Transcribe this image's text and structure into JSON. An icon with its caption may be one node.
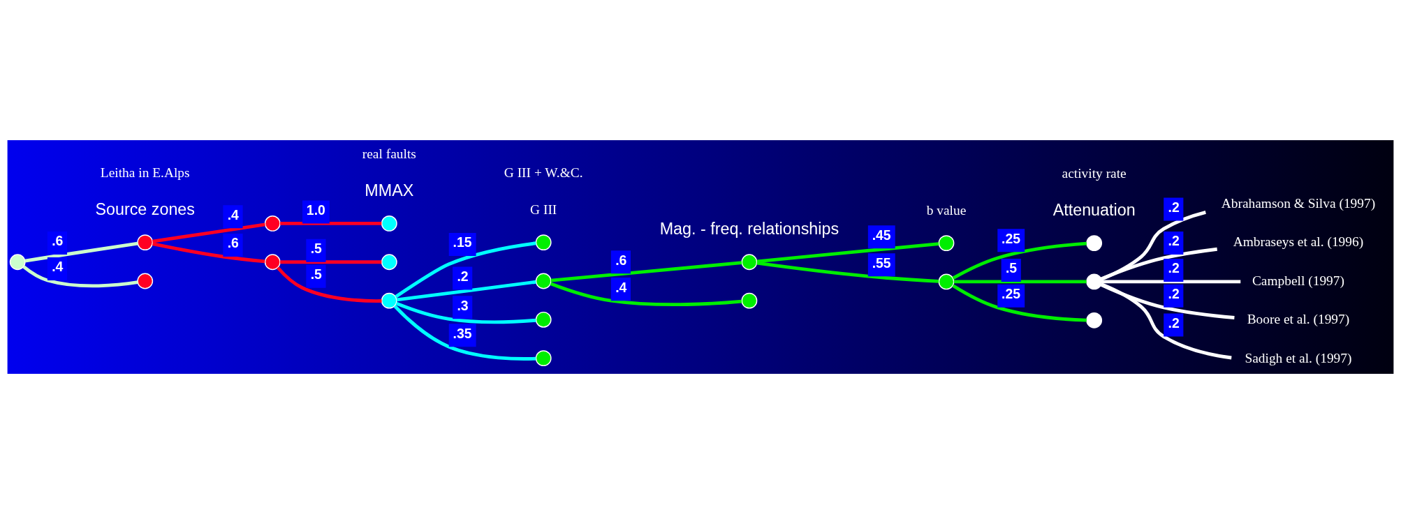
{
  "diagram": {
    "nodes": [
      {
        "text": [],
        "shape": "circle"
      },
      {
        "text": [],
        "shape": "circle"
      },
      {
        "text": [],
        "shape": "circle"
      },
      {
        "text": [],
        "shape": "circle"
      },
      {
        "text": [],
        "shape": "circle"
      },
      {
        "text": [],
        "shape": "circle"
      },
      {
        "text": [],
        "shape": "circle"
      },
      {
        "text": [],
        "shape": "circle"
      },
      {
        "text": [],
        "shape": "circle"
      },
      {
        "text": [],
        "shape": "circle"
      },
      {
        "text": [],
        "shape": "circle"
      },
      {
        "text": [],
        "shape": "circle"
      },
      {
        "text": [],
        "shape": "circle"
      },
      {
        "text": [],
        "shape": "circle"
      },
      {
        "text": [],
        "shape": "circle"
      },
      {
        "text": [],
        "shape": "circle"
      },
      {
        "text": [],
        "shape": "circle"
      },
      {
        "text": [],
        "shape": "circle"
      },
      {
        "text": [],
        "shape": "circle"
      },
      {
        "text": [
          "Abrahamson & Silva (1997)"
        ]
      },
      {
        "text": [
          "Ambraseys et al. (1996)"
        ]
      },
      {
        "text": [
          "Campbell (1997)"
        ]
      },
      {
        "text": [
          "Boore et al. (1997)"
        ]
      },
      {
        "text": [
          "Sadigh et al. (1997)"
        ]
      }
    ],
    "edges": [
      {
        "from": 0,
        "to": 1,
        "arrow": "none",
        "label": ".6",
        "color": "#ccffcc"
      },
      {
        "from": 0,
        "to": 2,
        "arrow": "none",
        "label": ".4",
        "color": "#ccffcc"
      },
      {
        "from": 1,
        "to": 3,
        "arrow": "none",
        "label": ".4",
        "color": "#ff0022"
      },
      {
        "from": 1,
        "to": 5,
        "arrow": "none",
        "label": ".6",
        "color": "#ff0022"
      },
      {
        "from": 3,
        "to": 4,
        "arrow": "none",
        "label": "1.0",
        "color": "#ff0022"
      },
      {
        "from": 5,
        "to": 6,
        "arrow": "none",
        "label": ".5",
        "color": "#ff0022"
      },
      {
        "from": 5,
        "to": 7,
        "arrow": "none",
        "label": ".5",
        "color": "#ff0022"
      },
      {
        "from": 7,
        "to": 8,
        "arrow": "none",
        "label": ".15",
        "color": "#00ffff"
      },
      {
        "from": 7,
        "to": 9,
        "arrow": "none",
        "label": ".2",
        "color": "#00ffff"
      },
      {
        "from": 7,
        "to": 10,
        "arrow": "none",
        "label": ".3",
        "color": "#00ffff"
      },
      {
        "from": 7,
        "to": 11,
        "arrow": "none",
        "label": ".35",
        "color": "#00ffff"
      },
      {
        "from": 9,
        "to": 12,
        "arrow": "none",
        "label": ".6"
      },
      {
        "from": 9,
        "to": 13,
        "arrow": "none",
        "label": ".4"
      },
      {
        "from": 12,
        "to": 14,
        "arrow": "none",
        "label": ".45"
      },
      {
        "from": 12,
        "to": 15,
        "arrow": "none",
        "label": ".55"
      },
      {
        "from": 15,
        "to": 16,
        "arrow": "none",
        "label": ".25"
      },
      {
        "from": 15,
        "to": 17,
        "arrow": "none",
        "label": ".5"
      },
      {
        "from": 15,
        "to": 18,
        "arrow": "none",
        "label": ".25"
      },
      {
        "from": 17,
        "to": 19,
        "arrow": "none",
        "label": ".2",
        "color": "#ffffff"
      },
      {
        "from": 17,
        "to": 20,
        "arrow": "none",
        "label": ".2",
        "color": "#ffffff"
      },
      {
        "from": 17,
        "to": 21,
        "arrow": "none",
        "label": ".2",
        "color": "#ffffff"
      },
      {
        "from": 17,
        "to": 22,
        "arrow": "none",
        "label": ".2",
        "color": "#ffffff"
      },
      {
        "from": 17,
        "to": 23,
        "arrow": "none",
        "label": ".2",
        "color": "#ffffff"
      }
    ],
    "labels": [
      "Source zones",
      "MMAX",
      "Mag. - freq. relationships",
      "Attenuation",
      "real faults",
      "Leitha in E.Alps",
      "G III",
      "G III + W.&C.",
      "b value",
      "activity rate"
    ]
  }
}
